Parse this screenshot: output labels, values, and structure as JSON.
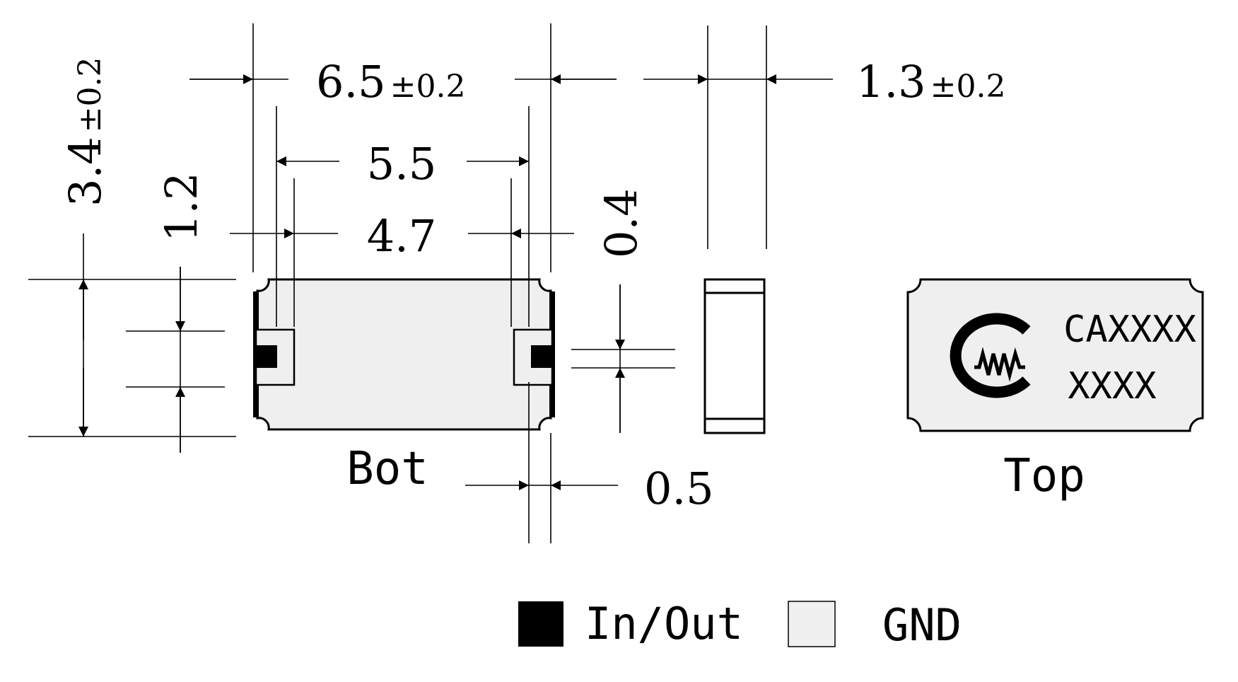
{
  "dimensions": {
    "length": "6.5",
    "length_tol": "±0.2",
    "height": "1.3",
    "height_tol": "±0.2",
    "width": "3.4",
    "width_tol": "±0.2",
    "pad_outer": "5.5",
    "pad_inner": "4.7",
    "pad_width": "1.2",
    "gap": "0.4",
    "pad_length": "0.5"
  },
  "views": {
    "bottom_label": "Bot",
    "top_label": "Top"
  },
  "marking": {
    "line1": "CAXXXX",
    "line2": "XXXX",
    "logo_icon": "cmw-logo-icon"
  },
  "legend": {
    "io_label": "In/Out",
    "gnd_label": "GND",
    "io_color": "#000000",
    "gnd_color": "#f0f0f0"
  },
  "colors": {
    "package_fill": "#efefef",
    "line": "#000000"
  }
}
